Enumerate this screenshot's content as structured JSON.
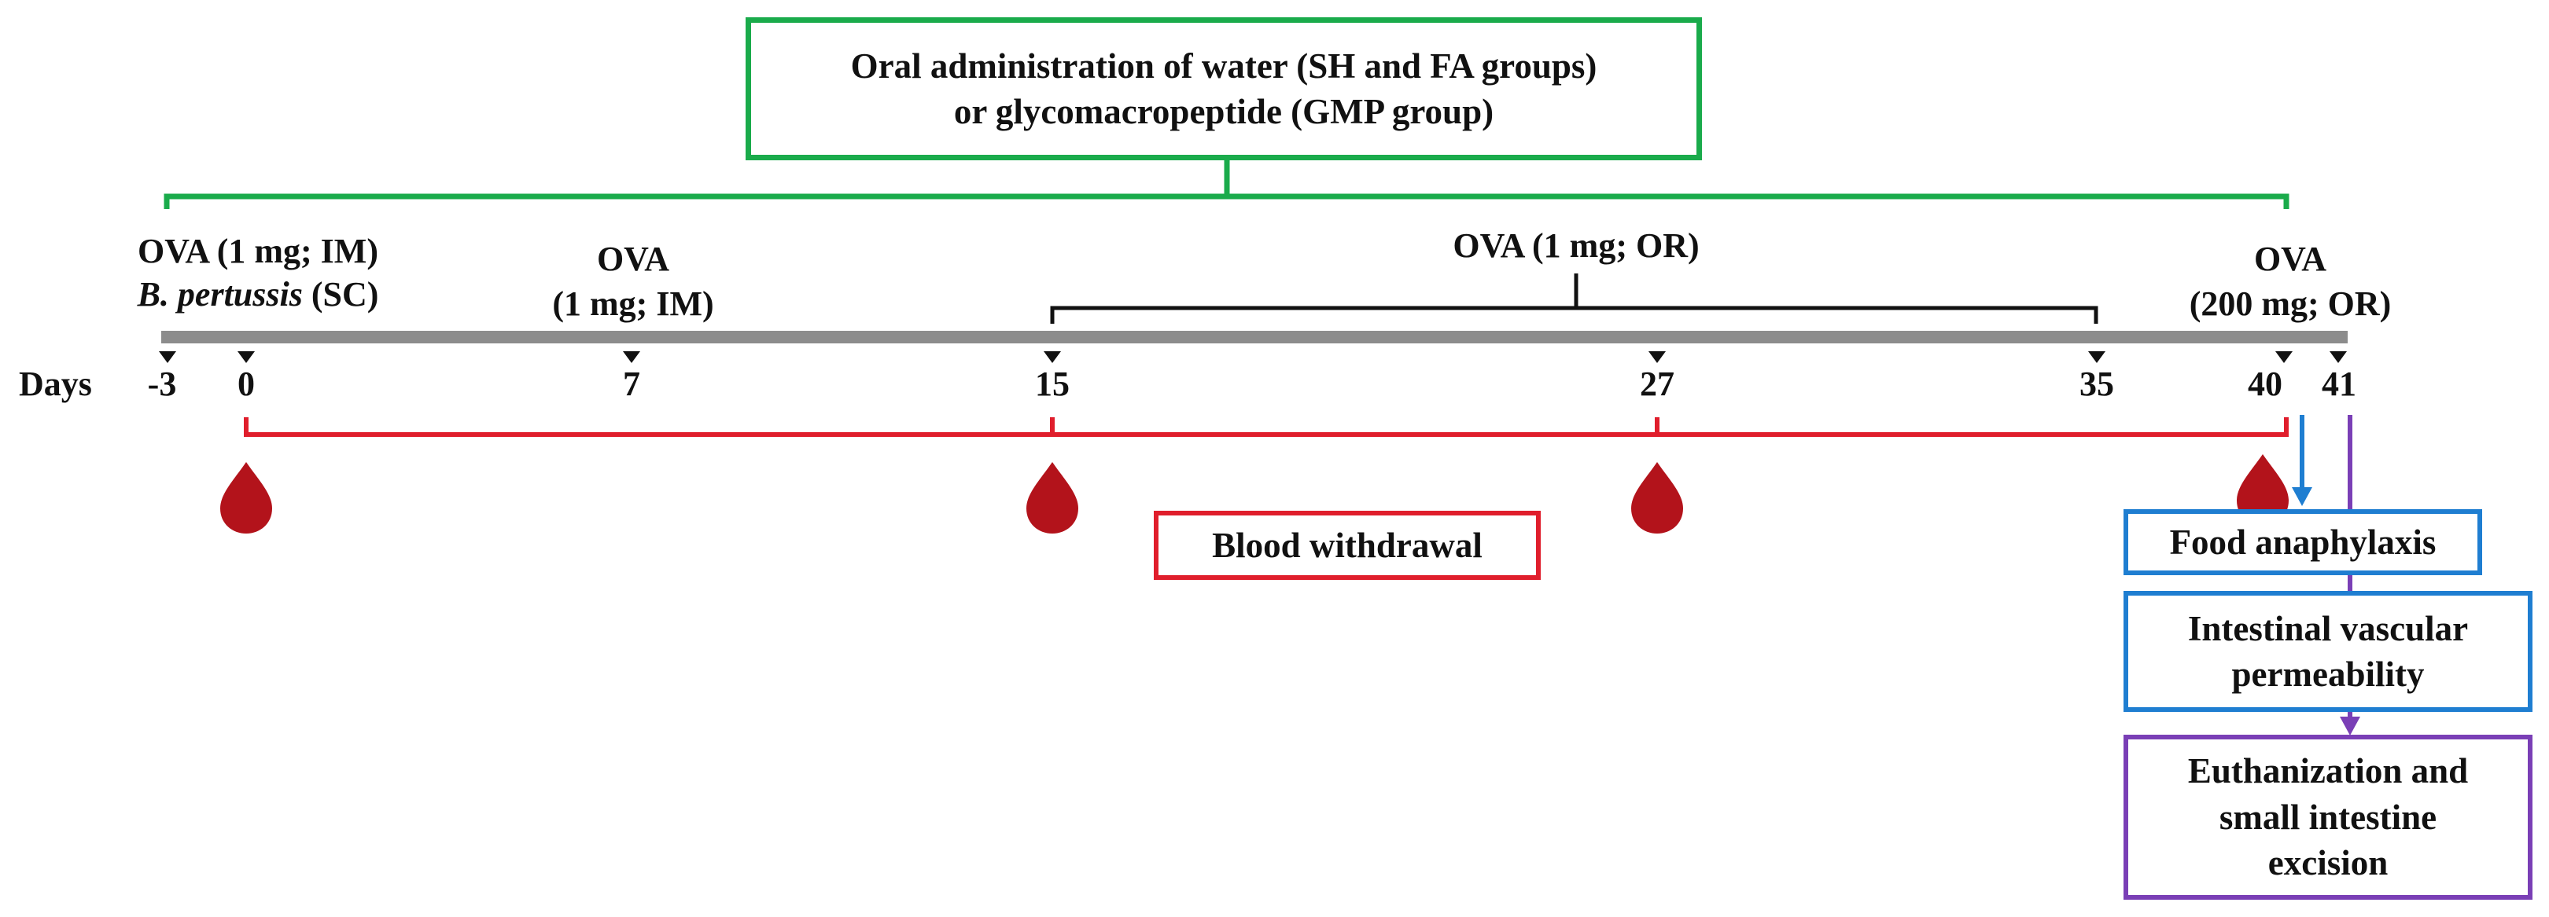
{
  "colors": {
    "green": "#1aab4b",
    "red": "#e01e2c",
    "blue": "#1f7ed1",
    "purple": "#7a3fb6",
    "timeline_gray": "#8c8c8c",
    "drop": "#b3131b"
  },
  "top_box": {
    "line1": "Oral administration  of water (SH and FA groups)",
    "line2": "or glycomacropeptide  (GMP group)"
  },
  "events": {
    "ova_im_first": "OVA (1 mg; IM)",
    "bpertussis_italic": "B. pertussis",
    "bpertussis_suffix": " (SC)",
    "ova_day7_line1": "OVA",
    "ova_day7_line2": "(1 mg; IM)",
    "ova_oral": "OVA (1 mg; OR)",
    "ova_challenge_line1": "OVA",
    "ova_challenge_line2": "(200 mg; OR)"
  },
  "timeline": {
    "label": "Days",
    "days": [
      "-3",
      "0",
      "7",
      "15",
      "27",
      "35",
      "40",
      "41"
    ]
  },
  "blood": {
    "label": "Blood withdrawal",
    "drop_icon": "blood-drop-icon",
    "drop_days": [
      "0",
      "15",
      "27",
      "40"
    ]
  },
  "outcomes": {
    "food_anaphylaxis": "Food anaphylaxis",
    "permeability_line1": "Intestinal vascular",
    "permeability_line2": "permeability",
    "euthanization_line1": "Euthanization and",
    "euthanization_line2": "small intestine",
    "euthanization_line3": "excision"
  }
}
